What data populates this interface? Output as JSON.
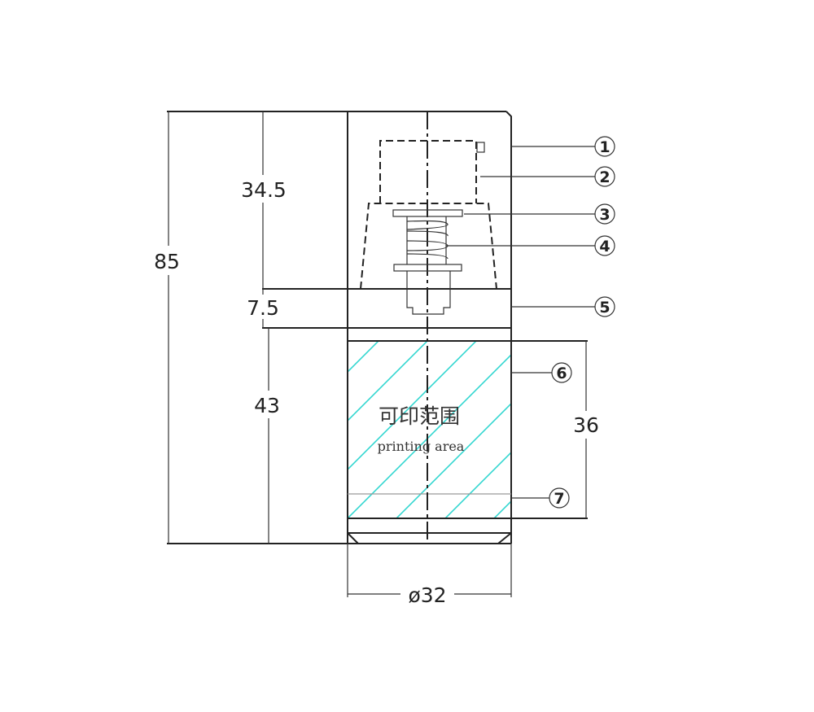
{
  "dimensions": {
    "total_height": "85",
    "top_height": "34.5",
    "middle_height": "7.5",
    "bottom_height": "43",
    "print_height": "36",
    "diameter": "ø32"
  },
  "print_area": {
    "label_cn": "可印范围",
    "label_en": "printing area",
    "hatch_color": "#33d6d0"
  },
  "callouts": [
    "1",
    "2",
    "3",
    "4",
    "5",
    "6",
    "7"
  ]
}
